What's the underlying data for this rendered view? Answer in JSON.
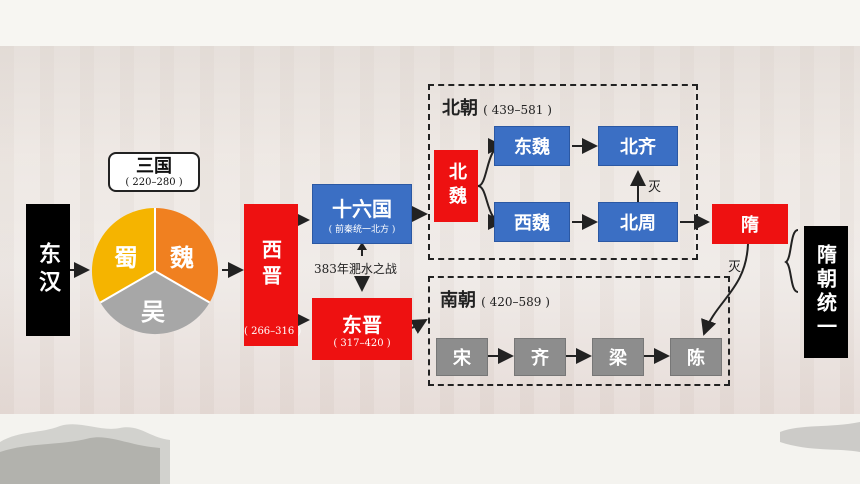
{
  "nodes": {
    "donghan": "东汉",
    "sanguo_title": "三国",
    "sanguo_years": "( 220–280 )",
    "shu": "蜀",
    "wei": "魏",
    "wu": "吴",
    "xijin": "西晋",
    "xijin_years": "( 266–316 )",
    "shiliuguo": "十六国",
    "shiliuguo_sub": "( 前秦统一北方 )",
    "feishui": "383年淝水之战",
    "dongjin": "东晋",
    "dongjin_years": "( 317–420 )",
    "beichao_label": "北朝",
    "beichao_years": "( 439–581 )",
    "beiwei": "北魏",
    "dongwei": "东魏",
    "beiqi": "北齐",
    "xiwei": "西魏",
    "beizhou": "北周",
    "mie1": "灭",
    "sui": "隋",
    "mie2": "灭",
    "nanchao_label": "南朝",
    "nanchao_years": "( 420–589 )",
    "song": "宋",
    "qi": "齐",
    "liang": "梁",
    "chen": "陈",
    "sui_unify": "隋朝统一"
  },
  "colors": {
    "blue": "#3b6fc4",
    "red": "#ee1111",
    "gray": "#8d8d8d",
    "black": "#000000",
    "orange": "#f08020",
    "yellow": "#f5b400",
    "pie_gray": "#a7a7a7"
  }
}
